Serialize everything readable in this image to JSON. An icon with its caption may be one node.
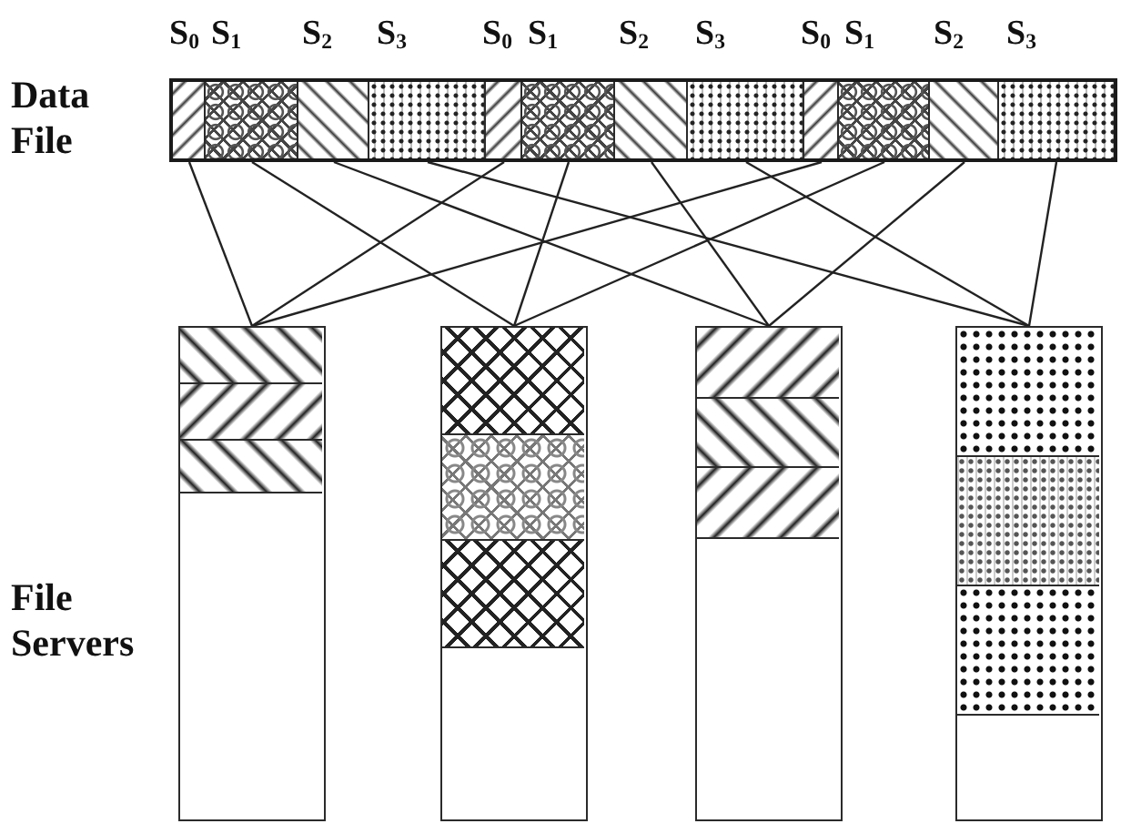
{
  "diagram": {
    "nodes": [
      {
        "text": [],
        "shape": "bar"
      },
      {
        "text": [
          "S$_{0}$"
        ],
        "in": 0
      },
      {
        "text": [
          "S$_{1}$"
        ],
        "in": 0
      },
      {
        "text": [
          "S$_{2}$"
        ],
        "in": 0
      },
      {
        "text": [
          "S$_{3}$"
        ],
        "in": 0
      },
      {
        "text": [
          "S$_{0}$"
        ],
        "in": 0
      },
      {
        "text": [
          "S$_{1}$"
        ],
        "in": 0
      },
      {
        "text": [
          "S$_{2}$"
        ],
        "in": 0
      },
      {
        "text": [
          "S$_{3}$"
        ],
        "in": 0
      },
      {
        "text": [
          "S$_{0}$"
        ],
        "in": 0
      },
      {
        "text": [
          "S$_{1}$"
        ],
        "in": 0
      },
      {
        "text": [
          "S$_{2}$"
        ],
        "in": 0
      },
      {
        "text": [
          "S$_{3}$"
        ],
        "in": 0
      },
      {
        "text": [],
        "shape": "box"
      },
      {
        "text": [],
        "shape": "box",
        "in": 13
      },
      {
        "text": [],
        "shape": "box",
        "in": 13
      },
      {
        "text": [],
        "shape": "box",
        "in": 13
      },
      {
        "text": [],
        "shape": "box"
      },
      {
        "text": [],
        "shape": "box",
        "in": 17
      },
      {
        "text": [],
        "shape": "box",
        "in": 17
      },
      {
        "text": [],
        "shape": "box",
        "in": 17
      },
      {
        "text": [],
        "shape": "box"
      },
      {
        "text": [],
        "shape": "box",
        "in": 21
      },
      {
        "text": [],
        "shape": "box",
        "in": 21
      },
      {
        "text": [],
        "shape": "box",
        "in": 21
      },
      {
        "text": [],
        "shape": "box"
      },
      {
        "text": [],
        "shape": "box",
        "in": 25
      },
      {
        "text": [],
        "shape": "box",
        "in": 25
      },
      {
        "text": [],
        "shape": "box",
        "in": 25
      }
    ],
    "edges": [
      {
        "from": 1,
        "to": 13,
        "arrow": "none"
      },
      {
        "from": 2,
        "to": 17,
        "arrow": "none"
      },
      {
        "from": 3,
        "to": 21,
        "arrow": "none"
      },
      {
        "from": 4,
        "to": 25,
        "arrow": "none"
      },
      {
        "from": 5,
        "to": 13,
        "arrow": "none"
      },
      {
        "from": 6,
        "to": 17,
        "arrow": "none"
      },
      {
        "from": 7,
        "to": 21,
        "arrow": "none"
      },
      {
        "from": 8,
        "to": 25,
        "arrow": "none"
      },
      {
        "from": 9,
        "to": 13,
        "arrow": "none"
      },
      {
        "from": 10,
        "to": 17,
        "arrow": "none"
      },
      {
        "from": 11,
        "to": 21,
        "arrow": "none"
      },
      {
        "from": 12,
        "to": 25,
        "arrow": "none"
      }
    ],
    "labels": [
      "Data File",
      "File Servers"
    ]
  }
}
